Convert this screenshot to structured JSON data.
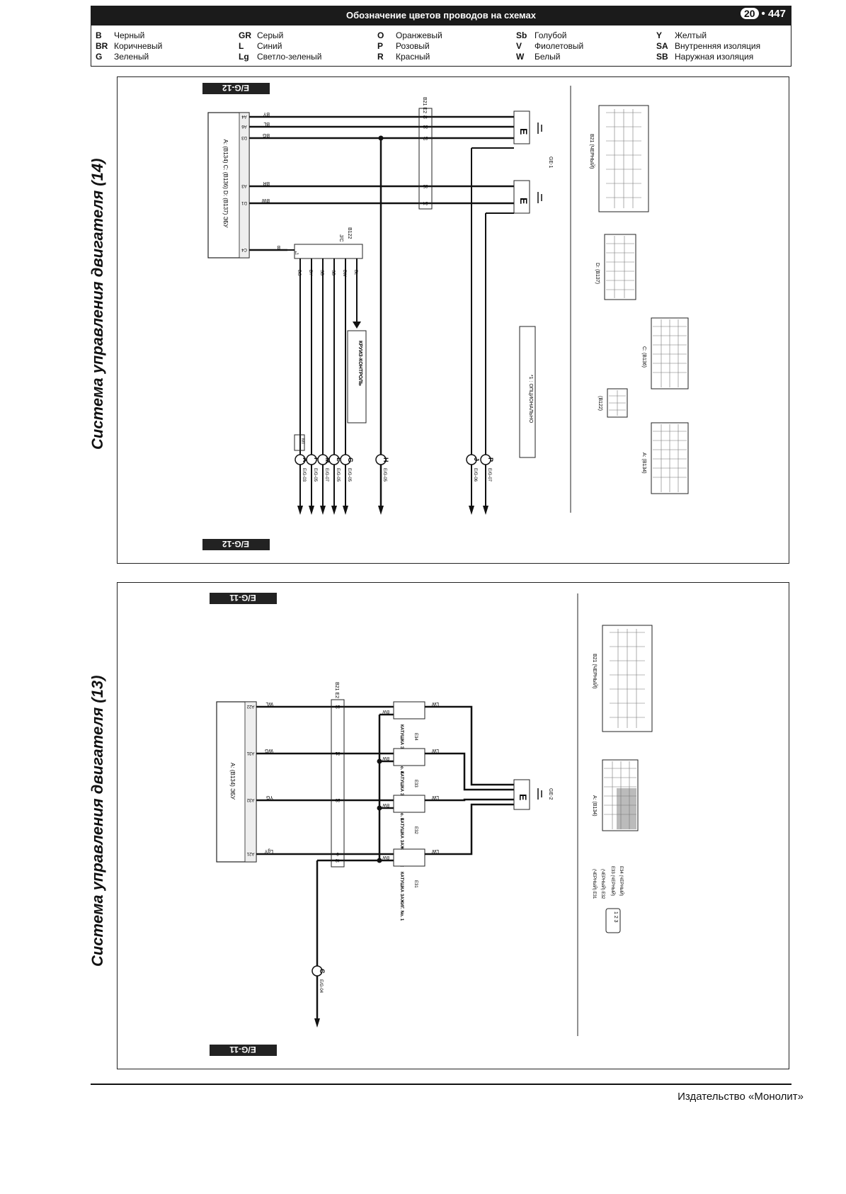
{
  "header": {
    "title": "Обозначение цветов проводов на схемах",
    "chapter": "20",
    "page": "• 447"
  },
  "legend": {
    "col1": [
      {
        "code": "B",
        "name": "Черный"
      },
      {
        "code": "BR",
        "name": "Коричневый"
      },
      {
        "code": "G",
        "name": "Зеленый"
      }
    ],
    "col2": [
      {
        "code": "GR",
        "name": "Серый"
      },
      {
        "code": "L",
        "name": "Синий"
      },
      {
        "code": "Lg",
        "name": "Светло-зеленый"
      }
    ],
    "col3": [
      {
        "code": "O",
        "name": "Оранжевый"
      },
      {
        "code": "P",
        "name": "Розовый"
      },
      {
        "code": "R",
        "name": "Красный"
      }
    ],
    "col4": [
      {
        "code": "Sb",
        "name": "Голубой"
      },
      {
        "code": "V",
        "name": "Фиолетовый"
      },
      {
        "code": "W",
        "name": "Белый"
      }
    ],
    "col5": [
      {
        "code": "Y",
        "name": "Желтый"
      },
      {
        "code": "SA",
        "name": "Внутренняя изоляция"
      },
      {
        "code": "SB",
        "name": "Наружная изоляция"
      }
    ]
  },
  "upper": {
    "section_title": "Система управления двигателя (14)",
    "tag_top": "E/G-12",
    "tag_bottom": "E/G-12",
    "ecu_label": "A: (B134) C: (B136) D: (B137) ЭБУ",
    "ecu_pins": [
      "A4",
      "A6",
      "D3",
      "A3",
      "D1",
      "C4"
    ],
    "ecu_wires": [
      "BY",
      "BL",
      "BG",
      "BR",
      "BW",
      "B"
    ],
    "connector_b21_e2": "B21 E2",
    "connector_pins": [
      "40",
      "36",
      "37",
      "35",
      "34"
    ],
    "ground_label": "E",
    "ground_id": "GE-1",
    "jc_label": "J/C",
    "jc_id": "B122",
    "jc_wires": [
      "BG",
      "BY",
      "SB",
      "SB",
      "BW",
      "BL"
    ],
    "jc_mark": "*1",
    "cruise_label": "КРУИЗ-КОНТРОЛЬ",
    "optional_note": "*1 : ОПЦИОНАЛЬНО",
    "mt_label": "MT",
    "outputs": [
      {
        "ref": "E/G-03",
        "letter": "A"
      },
      {
        "ref": "E/G-05",
        "letter": "F"
      },
      {
        "ref": "E/G-07",
        "letter": "M"
      },
      {
        "ref": "E/G-05",
        "letter": "L"
      },
      {
        "ref": "E/G-05",
        "letter": "G"
      },
      {
        "ref": "E/G-05",
        "letter": "H"
      },
      {
        "ref": "E/G-06",
        "letter": "J"
      },
      {
        "ref": "E/G-07",
        "letter": "P"
      }
    ],
    "conn_b21": "B21 (ЧЕРНЫЙ)",
    "conn_b137": "D: (B137)",
    "conn_b136": "C: (B136)",
    "conn_b122": "(B122)",
    "conn_b134": "A: (B134)"
  },
  "lower": {
    "section_title": "Система управления двигателя (13)",
    "tag_top": "E/G-11",
    "tag_bottom": "E/G-11",
    "ecu_label": "A: (B134) ЭБУ",
    "ecu_pins": [
      "A22",
      "A31",
      "A32",
      "A21"
    ],
    "ecu_wires": [
      "WL",
      "WG",
      "YG",
      "LgY"
    ],
    "connector_b21_e2": "B21 E2",
    "connector_pins": [
      "10",
      "31",
      "20",
      "9",
      "49"
    ],
    "coils": [
      {
        "name": "КАТУШКА ЗАЖИГ. No. 4",
        "id": "E34"
      },
      {
        "name": "КАТУШКА ЗАЖИГ. No. 3",
        "id": "E33"
      },
      {
        "name": "КАТУШКА ЗАЖИГ. No. 2",
        "id": "E32"
      },
      {
        "name": "КАТУШКА ЗАЖИГ. No. 1",
        "id": "E31"
      }
    ],
    "coil_wires": [
      "LW",
      "BW"
    ],
    "ground_label": "E",
    "ground_id": "GE-2",
    "output": {
      "ref": "E/G-04",
      "letter": "C"
    },
    "conn_b21": "B21 (ЧЕРНЫЙ)",
    "conn_b134": "A: (B134)",
    "conn_e31": "(ЧЕРНЫЙ) E31",
    "conn_e32": "(ЧЕРНЫЙ) E32",
    "conn_e33": "E33 (ЧЕРНЫЙ)",
    "conn_e34": "E34 (ЧЕРНЫЙ)",
    "conn_pins": "1 2 3"
  },
  "footer": {
    "publisher": "Издательство «Монолит»"
  }
}
